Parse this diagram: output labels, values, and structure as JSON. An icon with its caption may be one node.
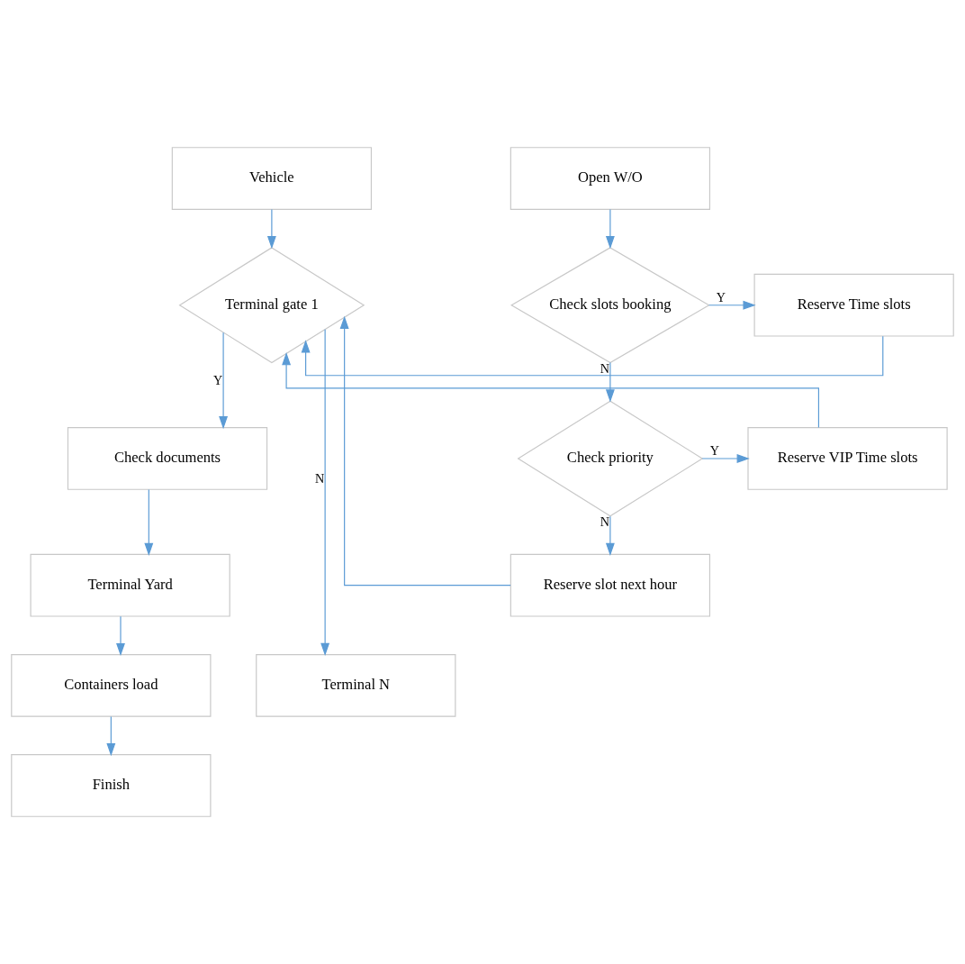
{
  "diagram": {
    "nodes": [
      {
        "text": [
          "Vehicle"
        ]
      },
      {
        "text": [
          "Open W/O"
        ]
      },
      {
        "text": [
          "Terminal gate 1"
        ]
      },
      {
        "text": [
          "Check slots booking"
        ]
      },
      {
        "text": [
          "Reserve Time slots"
        ]
      },
      {
        "text": [
          "Check documents"
        ]
      },
      {
        "text": [
          "Check priority"
        ]
      },
      {
        "text": [
          "Reserve VIP Time slots"
        ]
      },
      {
        "text": [
          "Terminal Yard"
        ]
      },
      {
        "text": [
          "Reserve slot next hour"
        ]
      },
      {
        "text": [
          "Containers load"
        ]
      },
      {
        "text": [
          "Terminal N"
        ]
      },
      {
        "text": [
          "Finish"
        ]
      }
    ],
    "edges": [
      {
        "from": 0,
        "to": 2,
        "arrow": "to"
      },
      {
        "from": 1,
        "to": 3,
        "arrow": "to"
      },
      {
        "from": 4,
        "to": 2,
        "arrow": "to"
      },
      {
        "from": 7,
        "to": 2,
        "arrow": "to"
      },
      {
        "from": 9,
        "to": 2,
        "arrow": "to"
      },
      {
        "from": 2,
        "to": 5,
        "label": "Y",
        "arrow": "to"
      },
      {
        "from": 2,
        "to": 11,
        "label": "N",
        "arrow": "to"
      },
      {
        "from": 3,
        "to": 4,
        "label": "Y",
        "arrow": "to"
      },
      {
        "from": 3,
        "to": 6,
        "label": "N",
        "arrow": "to"
      },
      {
        "from": 6,
        "to": 7,
        "label": "Y",
        "arrow": "to"
      },
      {
        "from": 6,
        "to": 9,
        "label": "N",
        "arrow": "to"
      },
      {
        "from": 5,
        "to": 8,
        "arrow": "to"
      },
      {
        "from": 8,
        "to": 10,
        "arrow": "to"
      },
      {
        "from": 10,
        "to": 12,
        "arrow": "to"
      }
    ]
  }
}
